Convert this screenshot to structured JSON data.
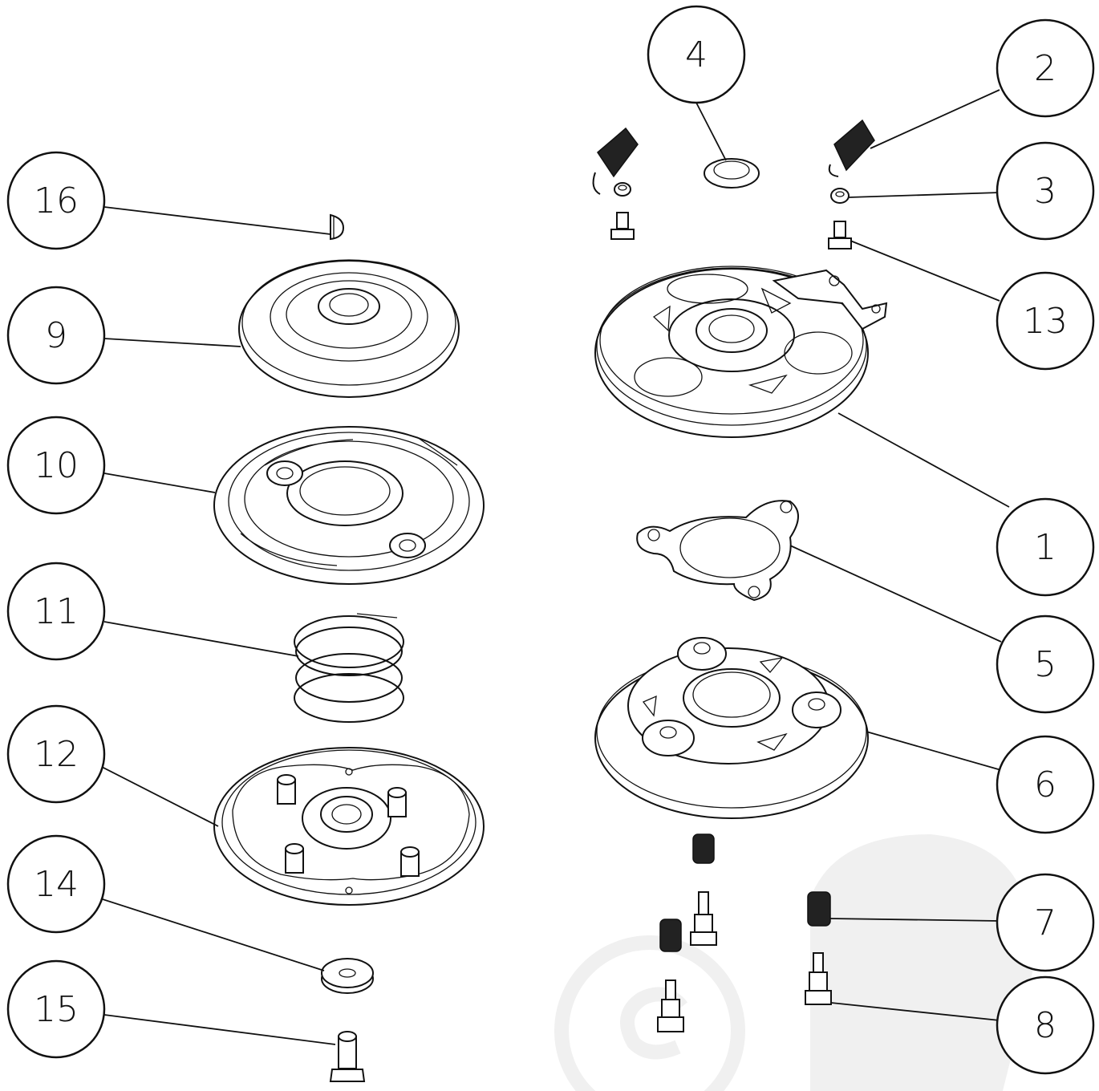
{
  "callouts": [
    {
      "id": "c16",
      "label": "16"
    },
    {
      "id": "c9",
      "label": "9"
    },
    {
      "id": "c10",
      "label": "10"
    },
    {
      "id": "c11",
      "label": "11"
    },
    {
      "id": "c12",
      "label": "12"
    },
    {
      "id": "c14",
      "label": "14"
    },
    {
      "id": "c15",
      "label": "15"
    },
    {
      "id": "c4",
      "label": "4"
    },
    {
      "id": "c2",
      "label": "2"
    },
    {
      "id": "c3",
      "label": "3"
    },
    {
      "id": "c13",
      "label": "13"
    },
    {
      "id": "c1",
      "label": "1"
    },
    {
      "id": "c5",
      "label": "5"
    },
    {
      "id": "c6",
      "label": "6"
    },
    {
      "id": "c7",
      "label": "7"
    },
    {
      "id": "c8",
      "label": "8"
    }
  ],
  "colors": {
    "line": "#111111",
    "background": "#ffffff",
    "watermark": "#f0f0f0"
  }
}
